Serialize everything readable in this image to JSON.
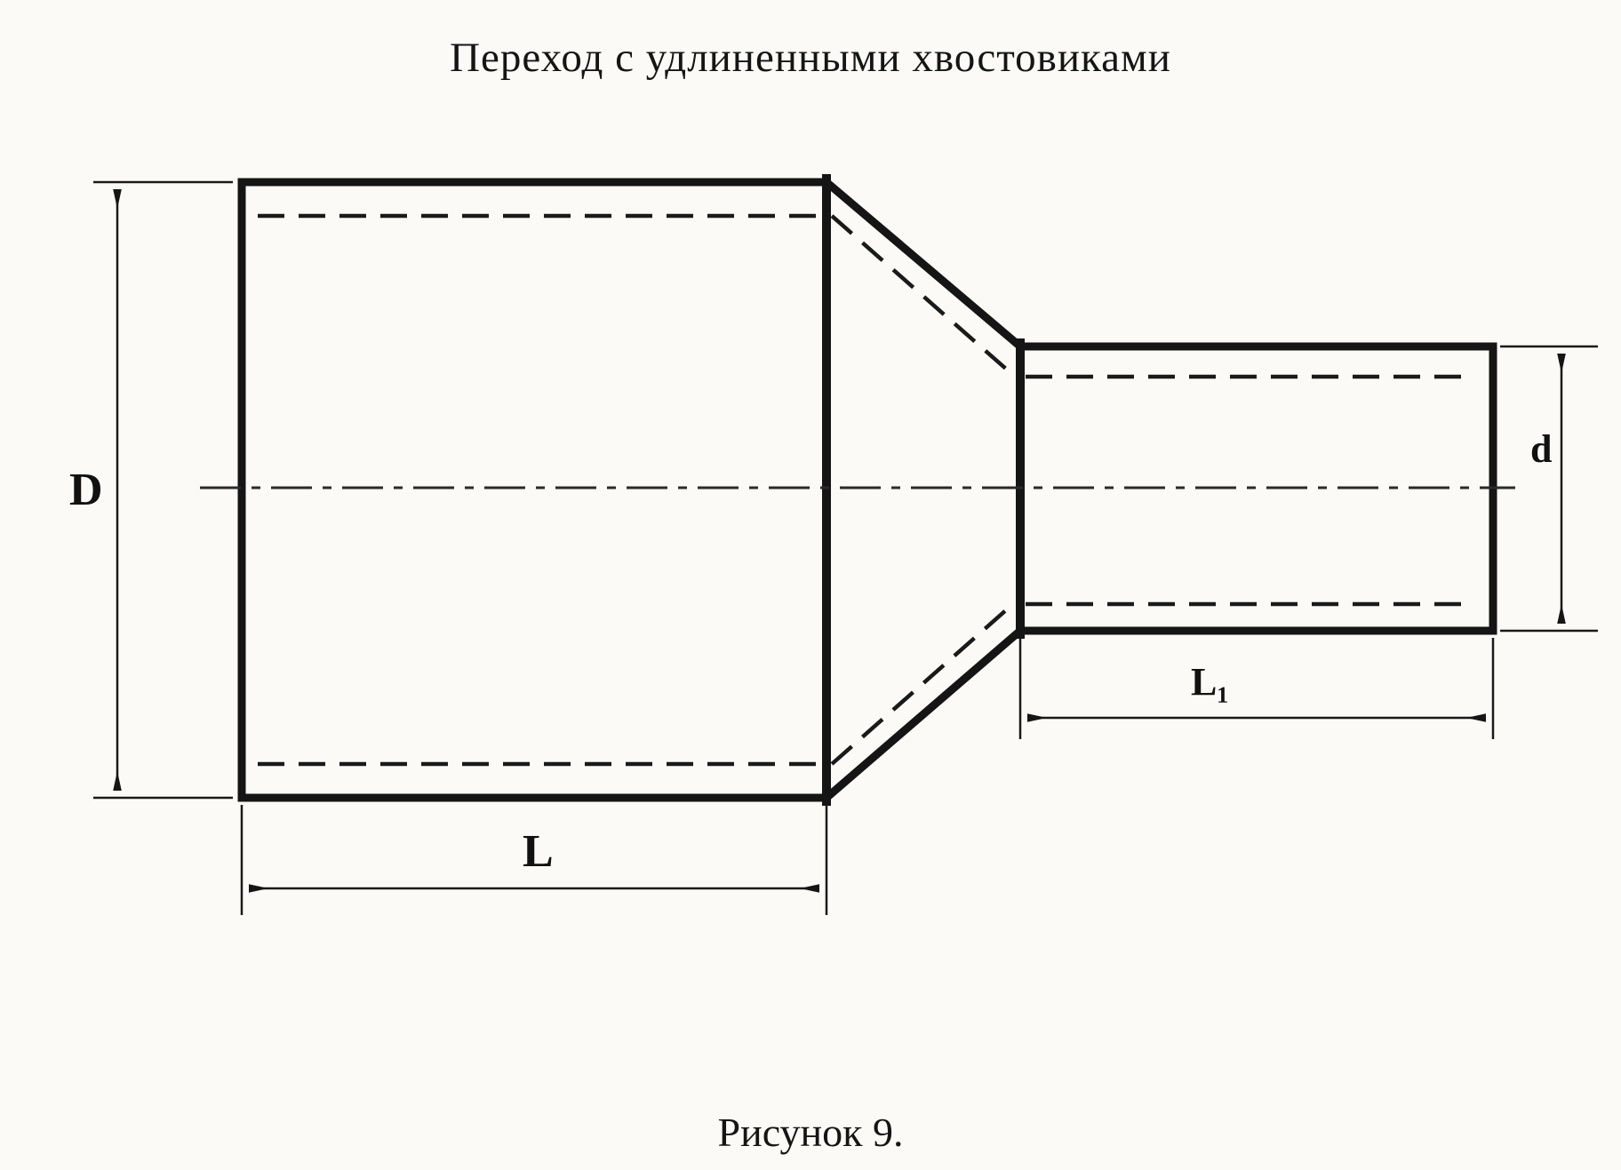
{
  "title": "Переход с удлиненными хвостовиками",
  "caption": "Рисунок 9.",
  "labels": {
    "diameter_large": "D",
    "diameter_small": "d",
    "length_large": "L",
    "length_small": "L₁"
  },
  "colors": {
    "ink": "#151515",
    "paper": "#fbfaf7"
  }
}
